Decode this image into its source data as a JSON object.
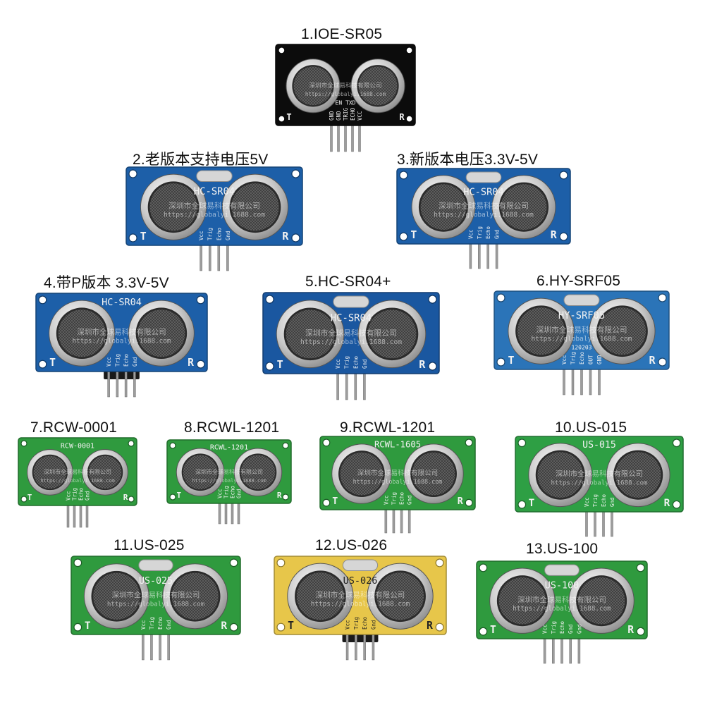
{
  "watermark": {
    "cn": "深圳市全球易科技有限公司",
    "url": "https://globalyi.1688.com"
  },
  "modules": [
    {
      "label": "1.IOE-SR05",
      "board_text": "",
      "color": "#0c0c0c",
      "t": "T",
      "r": "R",
      "pins": [
        "GND",
        "GND",
        "TRIG",
        "ECHO",
        "VCC"
      ],
      "extra": "EN TXD"
    },
    {
      "label": "2.老版本支持电压5V",
      "board_text": "HC-SR04",
      "color": "#1d5fa8",
      "t": "T",
      "r": "R",
      "pins": [
        "Vcc",
        "Trig",
        "Echo",
        "Gnd"
      ]
    },
    {
      "label": "3.新版本电压3.3V-5V",
      "board_text": "HC-SR04",
      "color": "#1d5fa8",
      "t": "T",
      "r": "R",
      "pins": [
        "Vcc",
        "Trig",
        "Echo",
        "Gnd"
      ]
    },
    {
      "label": "4.带P版本 3.3V-5V",
      "board_text": "HC-SR04",
      "color": "#1d5fa8",
      "t": "T",
      "r": "R",
      "pins": [
        "Vcc",
        "Trig",
        "Echo",
        "Gnd"
      ]
    },
    {
      "label": "5.HC-SR04+",
      "board_text": "HC-SR04",
      "color": "#1a57a0",
      "t": "T",
      "r": "R",
      "pins": [
        "Vcc",
        "Trig",
        "Echo",
        "Gnd"
      ]
    },
    {
      "label": "6.HY-SRF05",
      "board_text": "HY-SRF05",
      "color": "#2b74b8",
      "t": "T",
      "r": "R",
      "pins": [
        "Vcc",
        "Trig",
        "Echo",
        "OUT",
        "GND"
      ],
      "extra": "120203"
    },
    {
      "label": "7.RCW-0001",
      "board_text": "RCW-0001",
      "color": "#2f9a3e",
      "t": "T",
      "r": "R",
      "pins": [
        "Vcc",
        "Trig",
        "Echo",
        "Gnd"
      ]
    },
    {
      "label": "8.RCWL-1201",
      "board_text": "RCWL-1201",
      "color": "#2f9a3e",
      "t": "T",
      "r": "R",
      "pins": [
        "Vcc",
        "Trig",
        "Echo",
        "Gnd"
      ]
    },
    {
      "label": "9.RCWL-1201",
      "board_text": "RCWL-1605",
      "color": "#2f9a3e",
      "t": "T",
      "r": "R",
      "pins": [
        "Vcc",
        "Trig",
        "Echo",
        "Gnd"
      ]
    },
    {
      "label": "10.US-015",
      "board_text": "US-015",
      "color": "#2e9f44",
      "t": "T",
      "r": "R",
      "pins": [
        "Vcc",
        "Trig",
        "Echo",
        "Gnd"
      ]
    },
    {
      "label": "11.US-025",
      "board_text": "US-025",
      "color": "#2f9a3e",
      "t": "T",
      "r": "R",
      "pins": [
        "Vcc",
        "Trig",
        "Echo",
        "Gnd"
      ]
    },
    {
      "label": "12.US-026",
      "board_text": "US-026",
      "color": "#e7c64a",
      "t": "T",
      "r": "R",
      "pins": [
        "Vcc",
        "Trig",
        "Echo",
        "Gnd"
      ]
    },
    {
      "label": "13.US-100",
      "board_text": "US-100",
      "color": "#2f9a3e",
      "t": "T",
      "r": "R",
      "pins": [
        "Vcc",
        "Trig",
        "Echo",
        "Gnd",
        "Gnd"
      ]
    }
  ]
}
